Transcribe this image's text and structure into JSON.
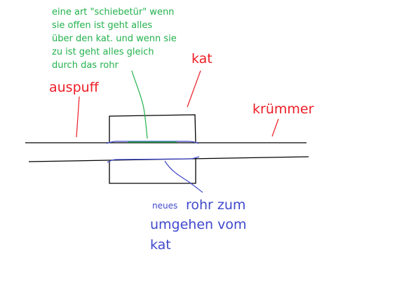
{
  "labels": {
    "note_lines": [
      "eine art \"schiebetür\" wenn",
      "sie offen ist geht alles",
      "über den kat. und wenn sie",
      "zu ist geht alles gleich",
      "durch das rohr"
    ],
    "auspuff": "auspuff",
    "kat": "kat",
    "kruemmer": "krümmer",
    "neues": "neues",
    "rohr_lines": [
      "rohr zum",
      "umgehen vom",
      "kat"
    ]
  },
  "colors": {
    "pipe": "#000000",
    "note": "#22b14c",
    "parts": "#ed1c24",
    "bypass": "#3f48cc"
  }
}
